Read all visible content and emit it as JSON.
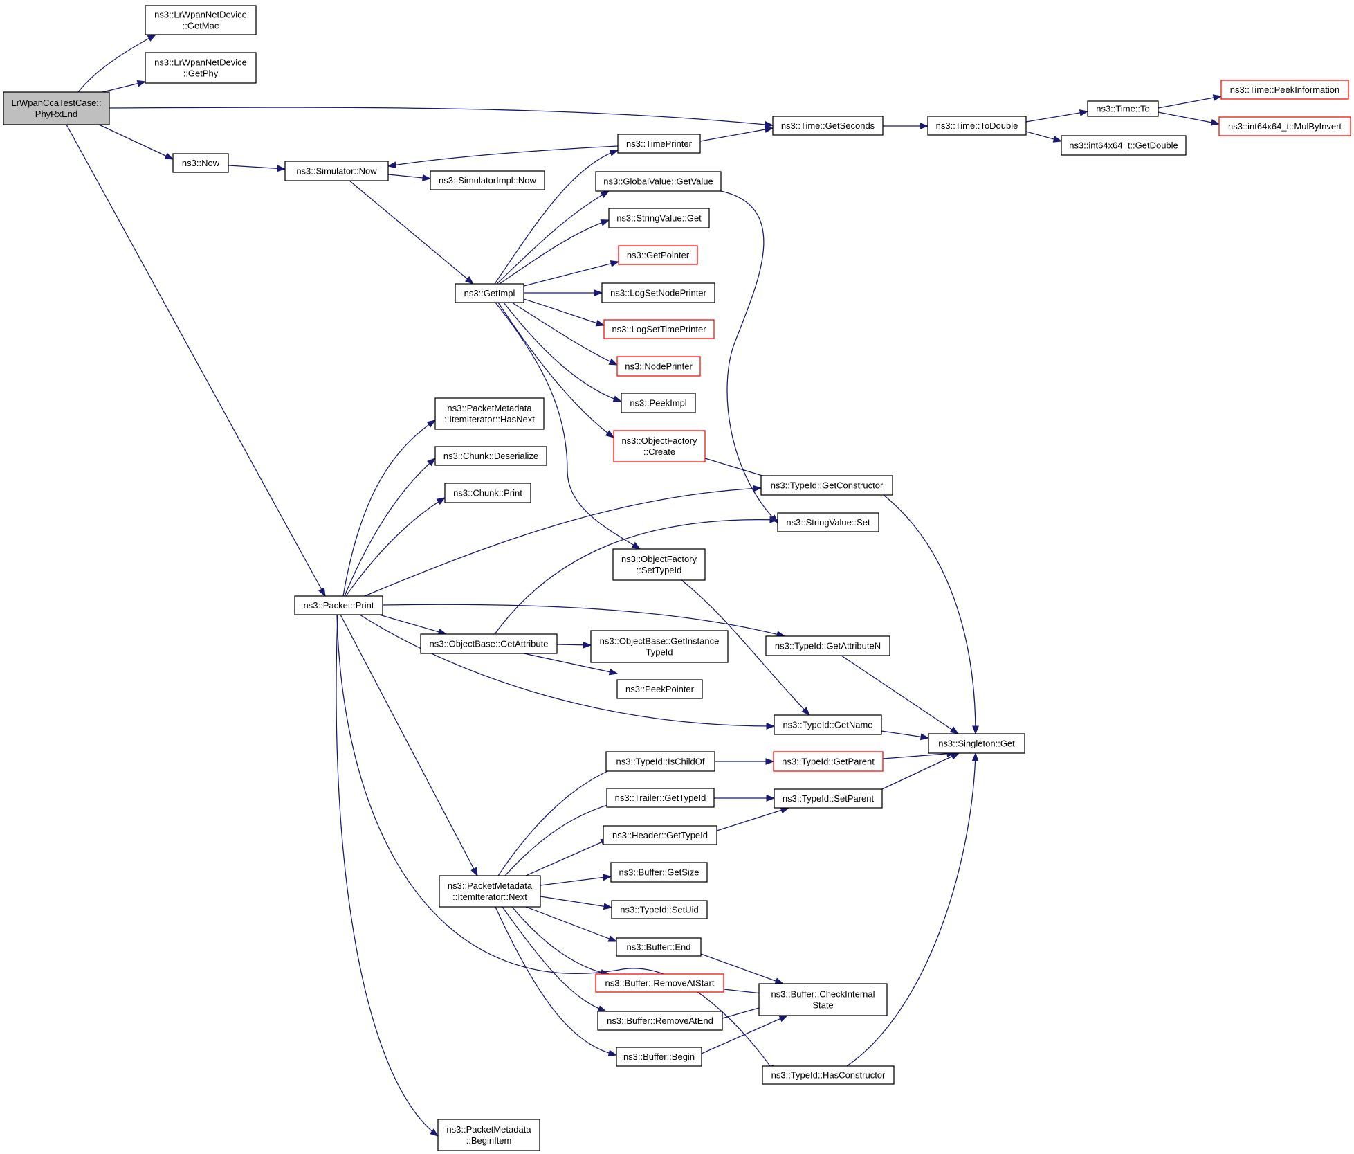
{
  "graph": {
    "nodes": [
      {
        "id": "root",
        "lines": [
          "LrWpanCcaTestCase::",
          "PhyRxEnd"
        ],
        "style": "root"
      },
      {
        "id": "getmac",
        "lines": [
          "ns3::LrWpanNetDevice",
          "::GetMac"
        ]
      },
      {
        "id": "getphy",
        "lines": [
          "ns3::LrWpanNetDevice",
          "::GetPhy"
        ]
      },
      {
        "id": "now",
        "lines": [
          "ns3::Now"
        ]
      },
      {
        "id": "simnow",
        "lines": [
          "ns3::Simulator::Now"
        ]
      },
      {
        "id": "simimplnow",
        "lines": [
          "ns3::SimulatorImpl::Now"
        ]
      },
      {
        "id": "getimpl",
        "lines": [
          "ns3::GetImpl"
        ]
      },
      {
        "id": "timeprinter",
        "lines": [
          "ns3::TimePrinter"
        ]
      },
      {
        "id": "gvgetvalue",
        "lines": [
          "ns3::GlobalValue::GetValue"
        ]
      },
      {
        "id": "svget",
        "lines": [
          "ns3::StringValue::Get"
        ]
      },
      {
        "id": "getpointer",
        "lines": [
          "ns3::GetPointer"
        ],
        "style": "red"
      },
      {
        "id": "logsetnodeprinter",
        "lines": [
          "ns3::LogSetNodePrinter"
        ]
      },
      {
        "id": "logsettimeprinter",
        "lines": [
          "ns3::LogSetTimePrinter"
        ],
        "style": "red"
      },
      {
        "id": "nodeprinter",
        "lines": [
          "ns3::NodePrinter"
        ],
        "style": "red"
      },
      {
        "id": "peekimpl",
        "lines": [
          "ns3::PeekImpl"
        ]
      },
      {
        "id": "ofcreate",
        "lines": [
          "ns3::ObjectFactory",
          "::Create"
        ],
        "style": "red"
      },
      {
        "id": "ofsettypeid",
        "lines": [
          "ns3::ObjectFactory",
          "::SetTypeId"
        ]
      },
      {
        "id": "getseconds",
        "lines": [
          "ns3::Time::GetSeconds"
        ]
      },
      {
        "id": "todouble",
        "lines": [
          "ns3::Time::ToDouble"
        ]
      },
      {
        "id": "timeto",
        "lines": [
          "ns3::Time::To"
        ]
      },
      {
        "id": "peekinfo",
        "lines": [
          "ns3::Time::PeekInformation"
        ],
        "style": "red"
      },
      {
        "id": "mulbyinvert",
        "lines": [
          "ns3::int64x64_t::MulByInvert"
        ],
        "style": "red"
      },
      {
        "id": "getdouble",
        "lines": [
          "ns3::int64x64_t::GetDouble"
        ]
      },
      {
        "id": "pmhasnext",
        "lines": [
          "ns3::PacketMetadata",
          "::ItemIterator::HasNext"
        ]
      },
      {
        "id": "chunkdeser",
        "lines": [
          "ns3::Chunk::Deserialize"
        ]
      },
      {
        "id": "chunkprint",
        "lines": [
          "ns3::Chunk::Print"
        ]
      },
      {
        "id": "packetprint",
        "lines": [
          "ns3::Packet::Print"
        ]
      },
      {
        "id": "getconstructor",
        "lines": [
          "ns3::TypeId::GetConstructor"
        ]
      },
      {
        "id": "svset",
        "lines": [
          "ns3::StringValue::Set"
        ]
      },
      {
        "id": "obgetattribute",
        "lines": [
          "ns3::ObjectBase::GetAttribute"
        ]
      },
      {
        "id": "obgetinstance",
        "lines": [
          "ns3::ObjectBase::GetInstance",
          "TypeId"
        ]
      },
      {
        "id": "peekpointer",
        "lines": [
          "ns3::PeekPointer"
        ]
      },
      {
        "id": "getattributen",
        "lines": [
          "ns3::TypeId::GetAttributeN"
        ]
      },
      {
        "id": "getname",
        "lines": [
          "ns3::TypeId::GetName"
        ]
      },
      {
        "id": "singletonget",
        "lines": [
          "ns3::Singleton::Get"
        ]
      },
      {
        "id": "ischildof",
        "lines": [
          "ns3::TypeId::IsChildOf"
        ]
      },
      {
        "id": "getparent",
        "lines": [
          "ns3::TypeId::GetParent"
        ],
        "style": "red"
      },
      {
        "id": "trailergettypeid",
        "lines": [
          "ns3::Trailer::GetTypeId"
        ]
      },
      {
        "id": "setparent",
        "lines": [
          "ns3::TypeId::SetParent"
        ]
      },
      {
        "id": "headergettypeid",
        "lines": [
          "ns3::Header::GetTypeId"
        ]
      },
      {
        "id": "buffergetsize",
        "lines": [
          "ns3::Buffer::GetSize"
        ]
      },
      {
        "id": "pmnext",
        "lines": [
          "ns3::PacketMetadata",
          "::ItemIterator::Next"
        ]
      },
      {
        "id": "setuid",
        "lines": [
          "ns3::TypeId::SetUid"
        ]
      },
      {
        "id": "bufferend",
        "lines": [
          "ns3::Buffer::End"
        ]
      },
      {
        "id": "removeatstart",
        "lines": [
          "ns3::Buffer::RemoveAtStart"
        ],
        "style": "red"
      },
      {
        "id": "checkinternal",
        "lines": [
          "ns3::Buffer::CheckInternal",
          "State"
        ]
      },
      {
        "id": "removeatend",
        "lines": [
          "ns3::Buffer::RemoveAtEnd"
        ]
      },
      {
        "id": "bufferbegin",
        "lines": [
          "ns3::Buffer::Begin"
        ]
      },
      {
        "id": "hasconstructor",
        "lines": [
          "ns3::TypeId::HasConstructor"
        ]
      },
      {
        "id": "pmbeginitem",
        "lines": [
          "ns3::PacketMetadata",
          "::BeginItem"
        ]
      }
    ],
    "edges": [
      [
        "root",
        "getmac"
      ],
      [
        "root",
        "getphy"
      ],
      [
        "root",
        "getseconds"
      ],
      [
        "root",
        "now"
      ],
      [
        "root",
        "packetprint"
      ],
      [
        "now",
        "simnow"
      ],
      [
        "simnow",
        "simimplnow"
      ],
      [
        "simnow",
        "getimpl"
      ],
      [
        "timeprinter",
        "simnow"
      ],
      [
        "timeprinter",
        "getseconds"
      ],
      [
        "getseconds",
        "todouble"
      ],
      [
        "todouble",
        "timeto"
      ],
      [
        "todouble",
        "getdouble"
      ],
      [
        "timeto",
        "peekinfo"
      ],
      [
        "timeto",
        "mulbyinvert"
      ],
      [
        "getimpl",
        "timeprinter"
      ],
      [
        "getimpl",
        "gvgetvalue"
      ],
      [
        "getimpl",
        "svget"
      ],
      [
        "getimpl",
        "getpointer"
      ],
      [
        "getimpl",
        "logsetnodeprinter"
      ],
      [
        "getimpl",
        "logsettimeprinter"
      ],
      [
        "getimpl",
        "nodeprinter"
      ],
      [
        "getimpl",
        "peekimpl"
      ],
      [
        "getimpl",
        "ofcreate"
      ],
      [
        "getimpl",
        "ofsettypeid"
      ],
      [
        "gvgetvalue",
        "svset"
      ],
      [
        "ofcreate",
        "getconstructor"
      ],
      [
        "ofsettypeid",
        "getname"
      ],
      [
        "getconstructor",
        "singletonget"
      ],
      [
        "getattributen",
        "singletonget"
      ],
      [
        "getname",
        "singletonget"
      ],
      [
        "getparent",
        "singletonget"
      ],
      [
        "setparent",
        "singletonget"
      ],
      [
        "hasconstructor",
        "singletonget"
      ],
      [
        "packetprint",
        "pmhasnext"
      ],
      [
        "packetprint",
        "chunkdeser"
      ],
      [
        "packetprint",
        "chunkprint"
      ],
      [
        "packetprint",
        "getconstructor"
      ],
      [
        "packetprint",
        "getattributen"
      ],
      [
        "packetprint",
        "obgetattribute"
      ],
      [
        "packetprint",
        "getname"
      ],
      [
        "packetprint",
        "pmnext"
      ],
      [
        "packetprint",
        "hasconstructor"
      ],
      [
        "packetprint",
        "pmbeginitem"
      ],
      [
        "obgetattribute",
        "svset"
      ],
      [
        "obgetattribute",
        "obgetinstance"
      ],
      [
        "obgetattribute",
        "peekpointer"
      ],
      [
        "ischildof",
        "getparent"
      ],
      [
        "trailergettypeid",
        "setparent"
      ],
      [
        "headergettypeid",
        "setparent"
      ],
      [
        "pmnext",
        "ischildof"
      ],
      [
        "pmnext",
        "trailergettypeid"
      ],
      [
        "pmnext",
        "headergettypeid"
      ],
      [
        "pmnext",
        "buffergetsize"
      ],
      [
        "pmnext",
        "setuid"
      ],
      [
        "pmnext",
        "bufferend"
      ],
      [
        "pmnext",
        "removeatstart"
      ],
      [
        "pmnext",
        "removeatend"
      ],
      [
        "pmnext",
        "bufferbegin"
      ],
      [
        "bufferend",
        "checkinternal"
      ],
      [
        "removeatstart",
        "checkinternal"
      ],
      [
        "removeatend",
        "checkinternal"
      ],
      [
        "bufferbegin",
        "checkinternal"
      ]
    ]
  },
  "colors": {
    "edge": "#191970",
    "node_border": "#000000",
    "node_border_red": "#ff0000",
    "root_fill": "#bfbfbf",
    "background": "#ffffff"
  }
}
